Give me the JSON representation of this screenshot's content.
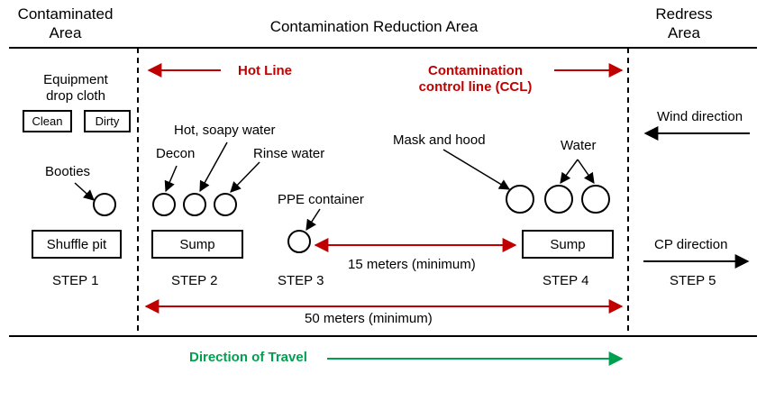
{
  "headers": {
    "contaminated": "Contaminated\nArea",
    "reduction": "Contamination Reduction Area",
    "redress": "Redress\nArea"
  },
  "lines": {
    "hot_line": "Hot Line",
    "ccl": "Contamination\ncontrol line (CCL)",
    "direction_of_travel": "Direction of Travel"
  },
  "labels": {
    "equipment_drop_cloth": "Equipment\ndrop cloth",
    "clean": "Clean",
    "dirty": "Dirty",
    "booties": "Booties",
    "shuffle_pit": "Shuffle pit",
    "hot_soapy_water": "Hot, soapy water",
    "decon": "Decon",
    "rinse_water": "Rinse water",
    "sump_left": "Sump",
    "ppe_container": "PPE container",
    "mask_and_hood": "Mask and hood",
    "water": "Water",
    "sump_right": "Sump",
    "wind_direction": "Wind direction",
    "cp_direction": "CP direction"
  },
  "steps": [
    "STEP 1",
    "STEP 2",
    "STEP 3",
    "STEP 4",
    "STEP 5"
  ],
  "distances": {
    "fifteen": "15 meters (minimum)",
    "fifty": "50 meters (minimum)"
  },
  "colors": {
    "red": "#c00000",
    "green": "#00a050",
    "black": "#000000"
  }
}
